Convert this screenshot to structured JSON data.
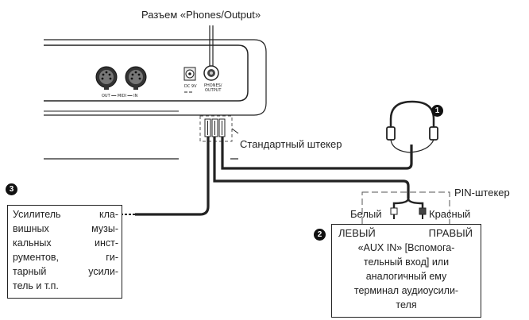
{
  "title": "Разъем «Phones/Output»",
  "panel": {
    "midi_label": "OUT ━━ MIDI ━━ IN",
    "dc_label": "DC 9V",
    "phones_label_line1": "PHONES/",
    "phones_label_line2": "OUTPUT"
  },
  "callouts": {
    "standard_plug": "Стандартный штекер",
    "pin_plug": "PIN-штекер",
    "white": "Белый",
    "red": "Красный"
  },
  "markers": {
    "one": "1",
    "two": "2",
    "three": "3"
  },
  "amp_box": {
    "lines": [
      "Усилитель кла-",
      "вишных музы-",
      "кальных инст-",
      "рументов, ги-",
      "тарный усили-",
      "тель и т.п."
    ]
  },
  "aux_box": {
    "left_label": "ЛЕВЫЙ",
    "right_label": "ПРАВЫЙ",
    "lines": [
      "«AUX IN» [Вспомога-",
      "тельный вход] или",
      "аналогичный ему",
      "терминал аудиоусили-",
      "теля"
    ]
  },
  "colors": {
    "ink": "#222222",
    "jack_dark": "#333333",
    "dashed": "#555555"
  }
}
